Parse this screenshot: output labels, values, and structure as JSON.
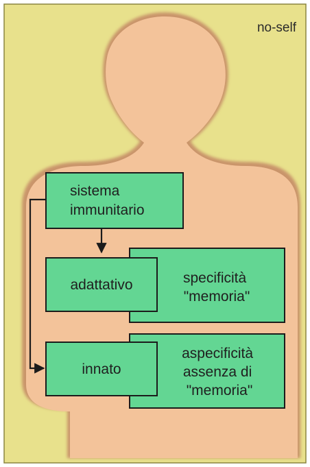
{
  "corner_label": "no-self",
  "colors": {
    "background": "#e8e18c",
    "body": "#f3c39a",
    "body_edge": "#c9946b",
    "box_fill": "#63d693",
    "box_stroke": "#1b1b1b",
    "arrow": "#1b1b1b"
  },
  "boxes": {
    "immune_system": {
      "lines": [
        "sistema",
        "immunitario"
      ]
    },
    "adaptive": {
      "lines": [
        "adattativo"
      ]
    },
    "adaptive_traits": {
      "lines": [
        "specificità",
        "\"memoria\""
      ]
    },
    "innate": {
      "lines": [
        "innato"
      ]
    },
    "innate_traits": {
      "lines": [
        "aspecificità",
        "assenza di",
        "\"memoria\""
      ]
    }
  }
}
